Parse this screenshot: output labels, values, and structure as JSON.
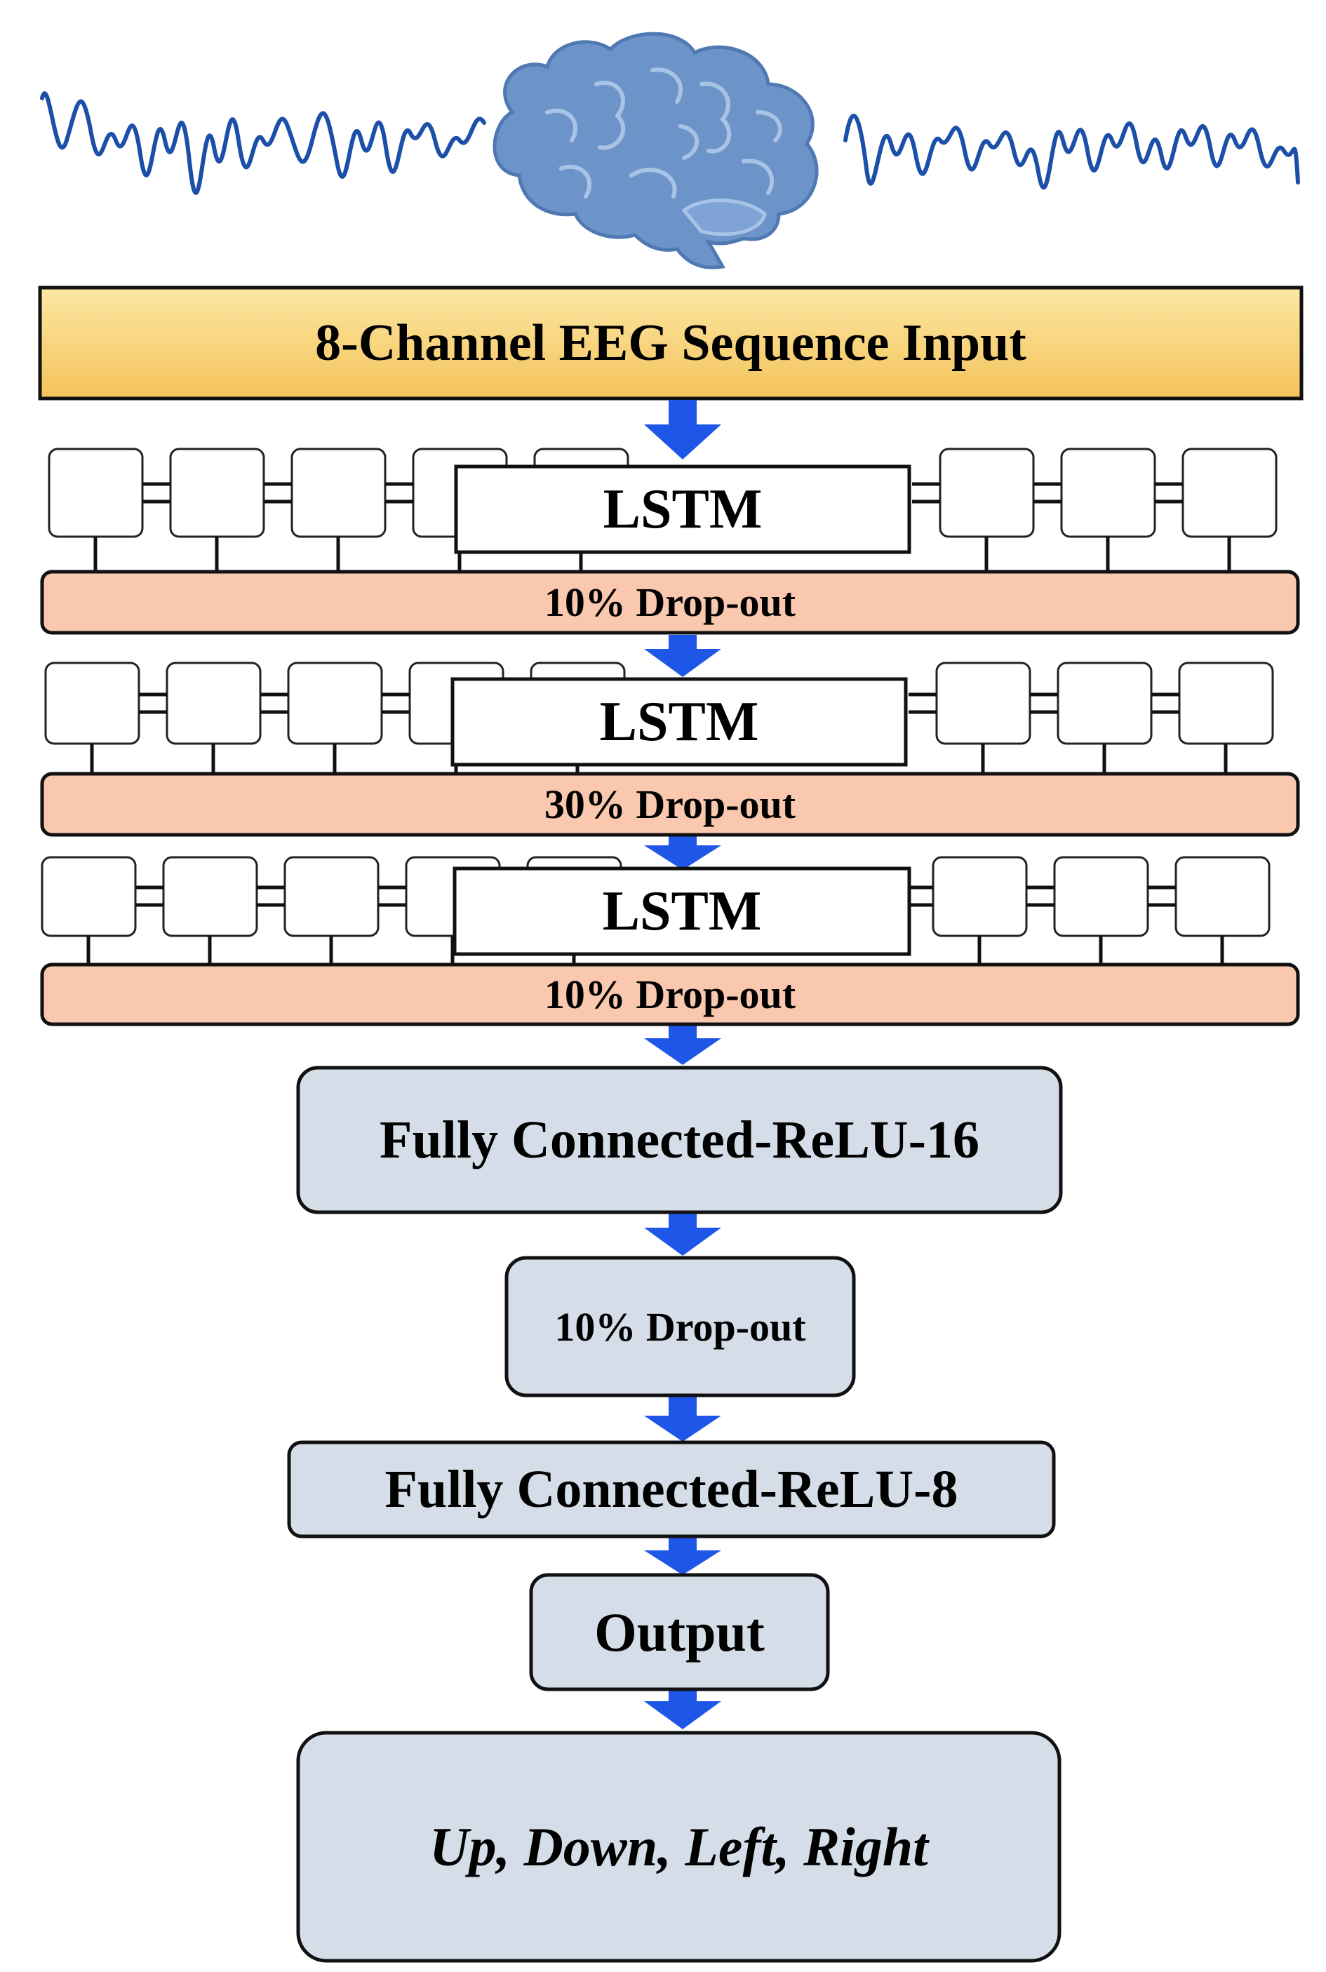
{
  "input_label": "8-Channel EEG Sequence Input",
  "lstm_blocks": [
    {
      "label": "LSTM",
      "dropout": "10% Drop-out"
    },
    {
      "label": "LSTM",
      "dropout": "30% Drop-out"
    },
    {
      "label": "LSTM",
      "dropout": "10% Drop-out"
    }
  ],
  "fc1_label": "Fully Connected-ReLU-16",
  "dropout_after_fc1": "10% Drop-out",
  "fc2_label": "Fully Connected-ReLU-8",
  "output_label": "Output",
  "classes_label": "Up, Down, Left, Right",
  "icons": [
    "eeg-wave-icon",
    "brain-icon",
    "eeg-wave-icon"
  ],
  "colors": {
    "input_fill": "#F9CF72",
    "dropout_fill": "#F9C8AE",
    "dense_fill": "#D5DEE8",
    "arrow": "#1E56E8",
    "wave": "#1B4FA8",
    "brain": "#6D94C9"
  }
}
